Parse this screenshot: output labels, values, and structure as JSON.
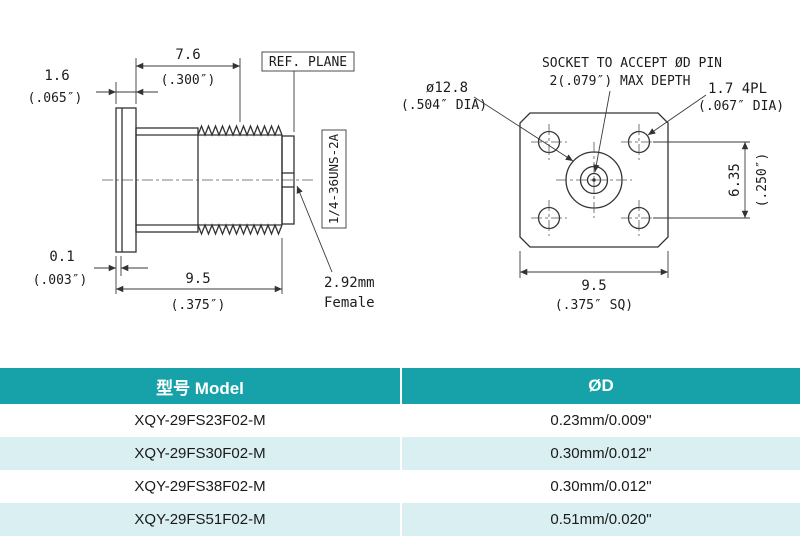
{
  "colors": {
    "table_header_bg": "#16a2a8",
    "table_row_alt_bg": "#d9eff2",
    "drawing_line": "#333333"
  },
  "side_view": {
    "dim_a": "7.6",
    "dim_a_in": "(.300″)",
    "dim_b": "1.6",
    "dim_b_in": "(.065″)",
    "ref_plane": "REF. PLANE",
    "thread_spec": "1/4-36UNS-2A",
    "dim_c": "0.1",
    "dim_c_in": "(.003″)",
    "dim_d": "9.5",
    "dim_d_in": "(.375″)",
    "connector_size": "2.92mm",
    "connector_gender": "Female"
  },
  "front_view": {
    "note_line1": "SOCKET TO ACCEPT ØD PIN",
    "note_line2": "2(.079″) MAX DEPTH",
    "boss_dia": "ø12.8",
    "boss_dia_in": "(.504″ DIA)",
    "hole_dia": "1.7 4PL",
    "hole_dia_in": "(.067″ DIA)",
    "hole_pitch": "6.35",
    "hole_pitch_in": "(.250″)",
    "flange_sq": "9.5",
    "flange_sq_in": "(.375″ SQ)"
  },
  "table": {
    "headers": [
      "型号 Model",
      "ØD"
    ],
    "rows": [
      {
        "model": "XQY-29FS23F02-M",
        "d": "0.23mm/0.009\""
      },
      {
        "model": "XQY-29FS30F02-M",
        "d": "0.30mm/0.012\""
      },
      {
        "model": "XQY-29FS38F02-M",
        "d": "0.30mm/0.012\""
      },
      {
        "model": "XQY-29FS51F02-M",
        "d": "0.51mm/0.020\""
      }
    ]
  }
}
